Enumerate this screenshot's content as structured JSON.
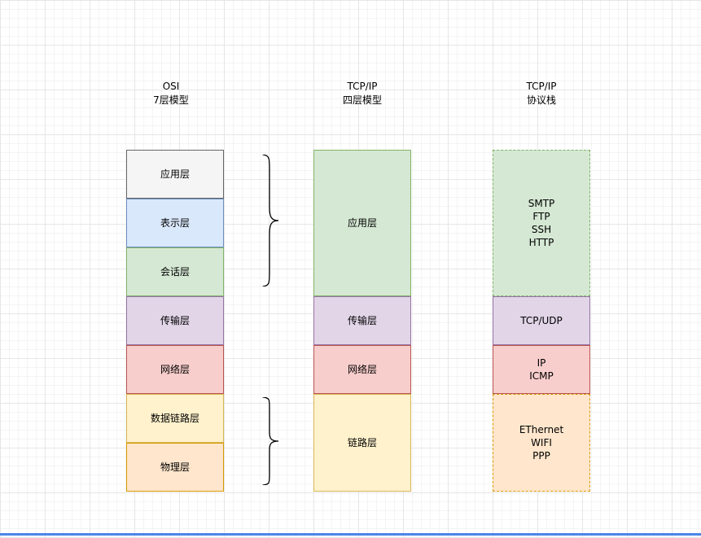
{
  "titles": {
    "osi": "OSI\n7层模型",
    "tcpip": "TCP/IP\n四层模型",
    "stack": "TCP/IP\n协议栈"
  },
  "osi": {
    "layers": [
      {
        "label": "应用层"
      },
      {
        "label": "表示层"
      },
      {
        "label": "会话层"
      },
      {
        "label": "传输层"
      },
      {
        "label": "网络层"
      },
      {
        "label": "数据链路层"
      },
      {
        "label": "物理层"
      }
    ]
  },
  "tcpip": {
    "layers": [
      {
        "label": "应用层"
      },
      {
        "label": "传输层"
      },
      {
        "label": "网络层"
      },
      {
        "label": "链路层"
      }
    ]
  },
  "stack": {
    "layers": [
      {
        "label": "SMTP\nFTP\nSSH\nHTTP"
      },
      {
        "label": "TCP/UDP"
      },
      {
        "label": "IP\nICMP"
      },
      {
        "label": "EThernet\nWIFI\nPPP"
      }
    ]
  },
  "colors": {
    "gray_fill": "#f5f5f5",
    "gray_border": "#666666",
    "blue_fill": "#dae8fc",
    "blue_border": "#6c8ebf",
    "green_fill": "#d5e8d4",
    "green_border": "#82b366",
    "purple_fill": "#e1d5e7",
    "purple_border": "#9673a6",
    "red_fill": "#f8cecc",
    "red_border": "#b85450",
    "yellow_fill": "#fff2cc",
    "yellow_border": "#d6b656",
    "orange_fill": "#ffe6cc",
    "orange_border": "#d79b00",
    "bottom_line": "#4a86e8"
  }
}
